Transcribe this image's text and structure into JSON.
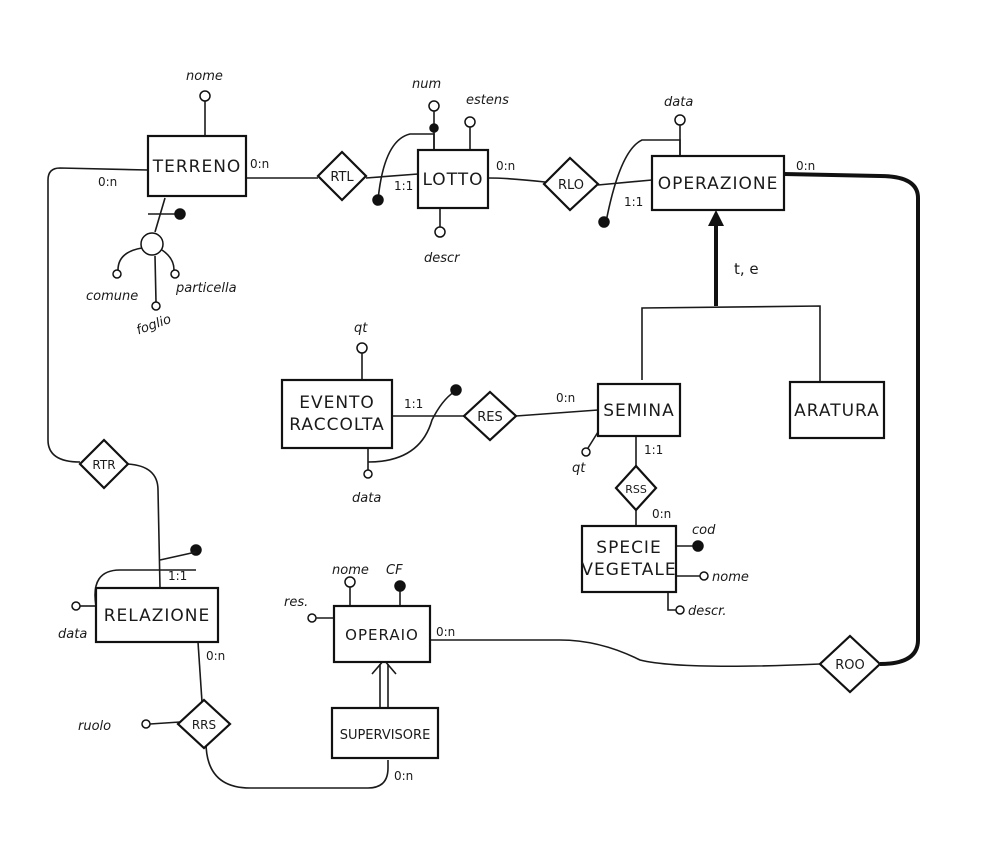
{
  "entities": {
    "terreno": "TERRENO",
    "lotto": "LOTTO",
    "operazione": "OPERAZIONE",
    "evento_raccolta_1": "EVENTO",
    "evento_raccolta_2": "RACCOLTA",
    "semina": "SEMINA",
    "aratura": "ARATURA",
    "specie_vegetale_1": "SPECIE",
    "specie_vegetale_2": "VEGETALE",
    "relazione": "RELAZIONE",
    "operaio": "OPERAIO",
    "supervisore": "SUPERVISORE"
  },
  "relationships": {
    "rtl": "RTL",
    "rlo": "RLO",
    "res": "RES",
    "rss": "RSS",
    "rtr": "RTR",
    "rrs": "RRS",
    "roo": "ROO"
  },
  "attributes": {
    "terreno_nome": "nome",
    "terreno_comune": "comune",
    "terreno_foglio": "foglio",
    "terreno_particella": "particella",
    "lotto_num": "num",
    "lotto_estens": "estens",
    "lotto_descr": "descr",
    "operazione_data": "data",
    "evento_qt": "qt",
    "evento_data": "data",
    "semina_qt": "qt",
    "specie_cod": "cod",
    "specie_nome": "nome",
    "specie_descr": "descr.",
    "relazione_data": "data",
    "operaio_res": "res.",
    "operaio_nome": "nome",
    "operaio_cf": "CF",
    "rrs_ruolo": "ruolo"
  },
  "cardinalities": {
    "terreno_rtl": "0:n",
    "terreno_rtr": "0:n",
    "lotto_rtl": "1:1",
    "lotto_rlo": "0:n",
    "operazione_rlo": "1:1",
    "operazione_roo": "0:n",
    "evento_res": "1:1",
    "semina_res": "0:n",
    "semina_rss": "1:1",
    "specie_rss": "0:n",
    "relazione_rtr": "1:1",
    "relazione_rrs": "0:n",
    "operaio_roo": "0:n",
    "supervisore_rrs": "0:n"
  },
  "generalization": "t, e"
}
